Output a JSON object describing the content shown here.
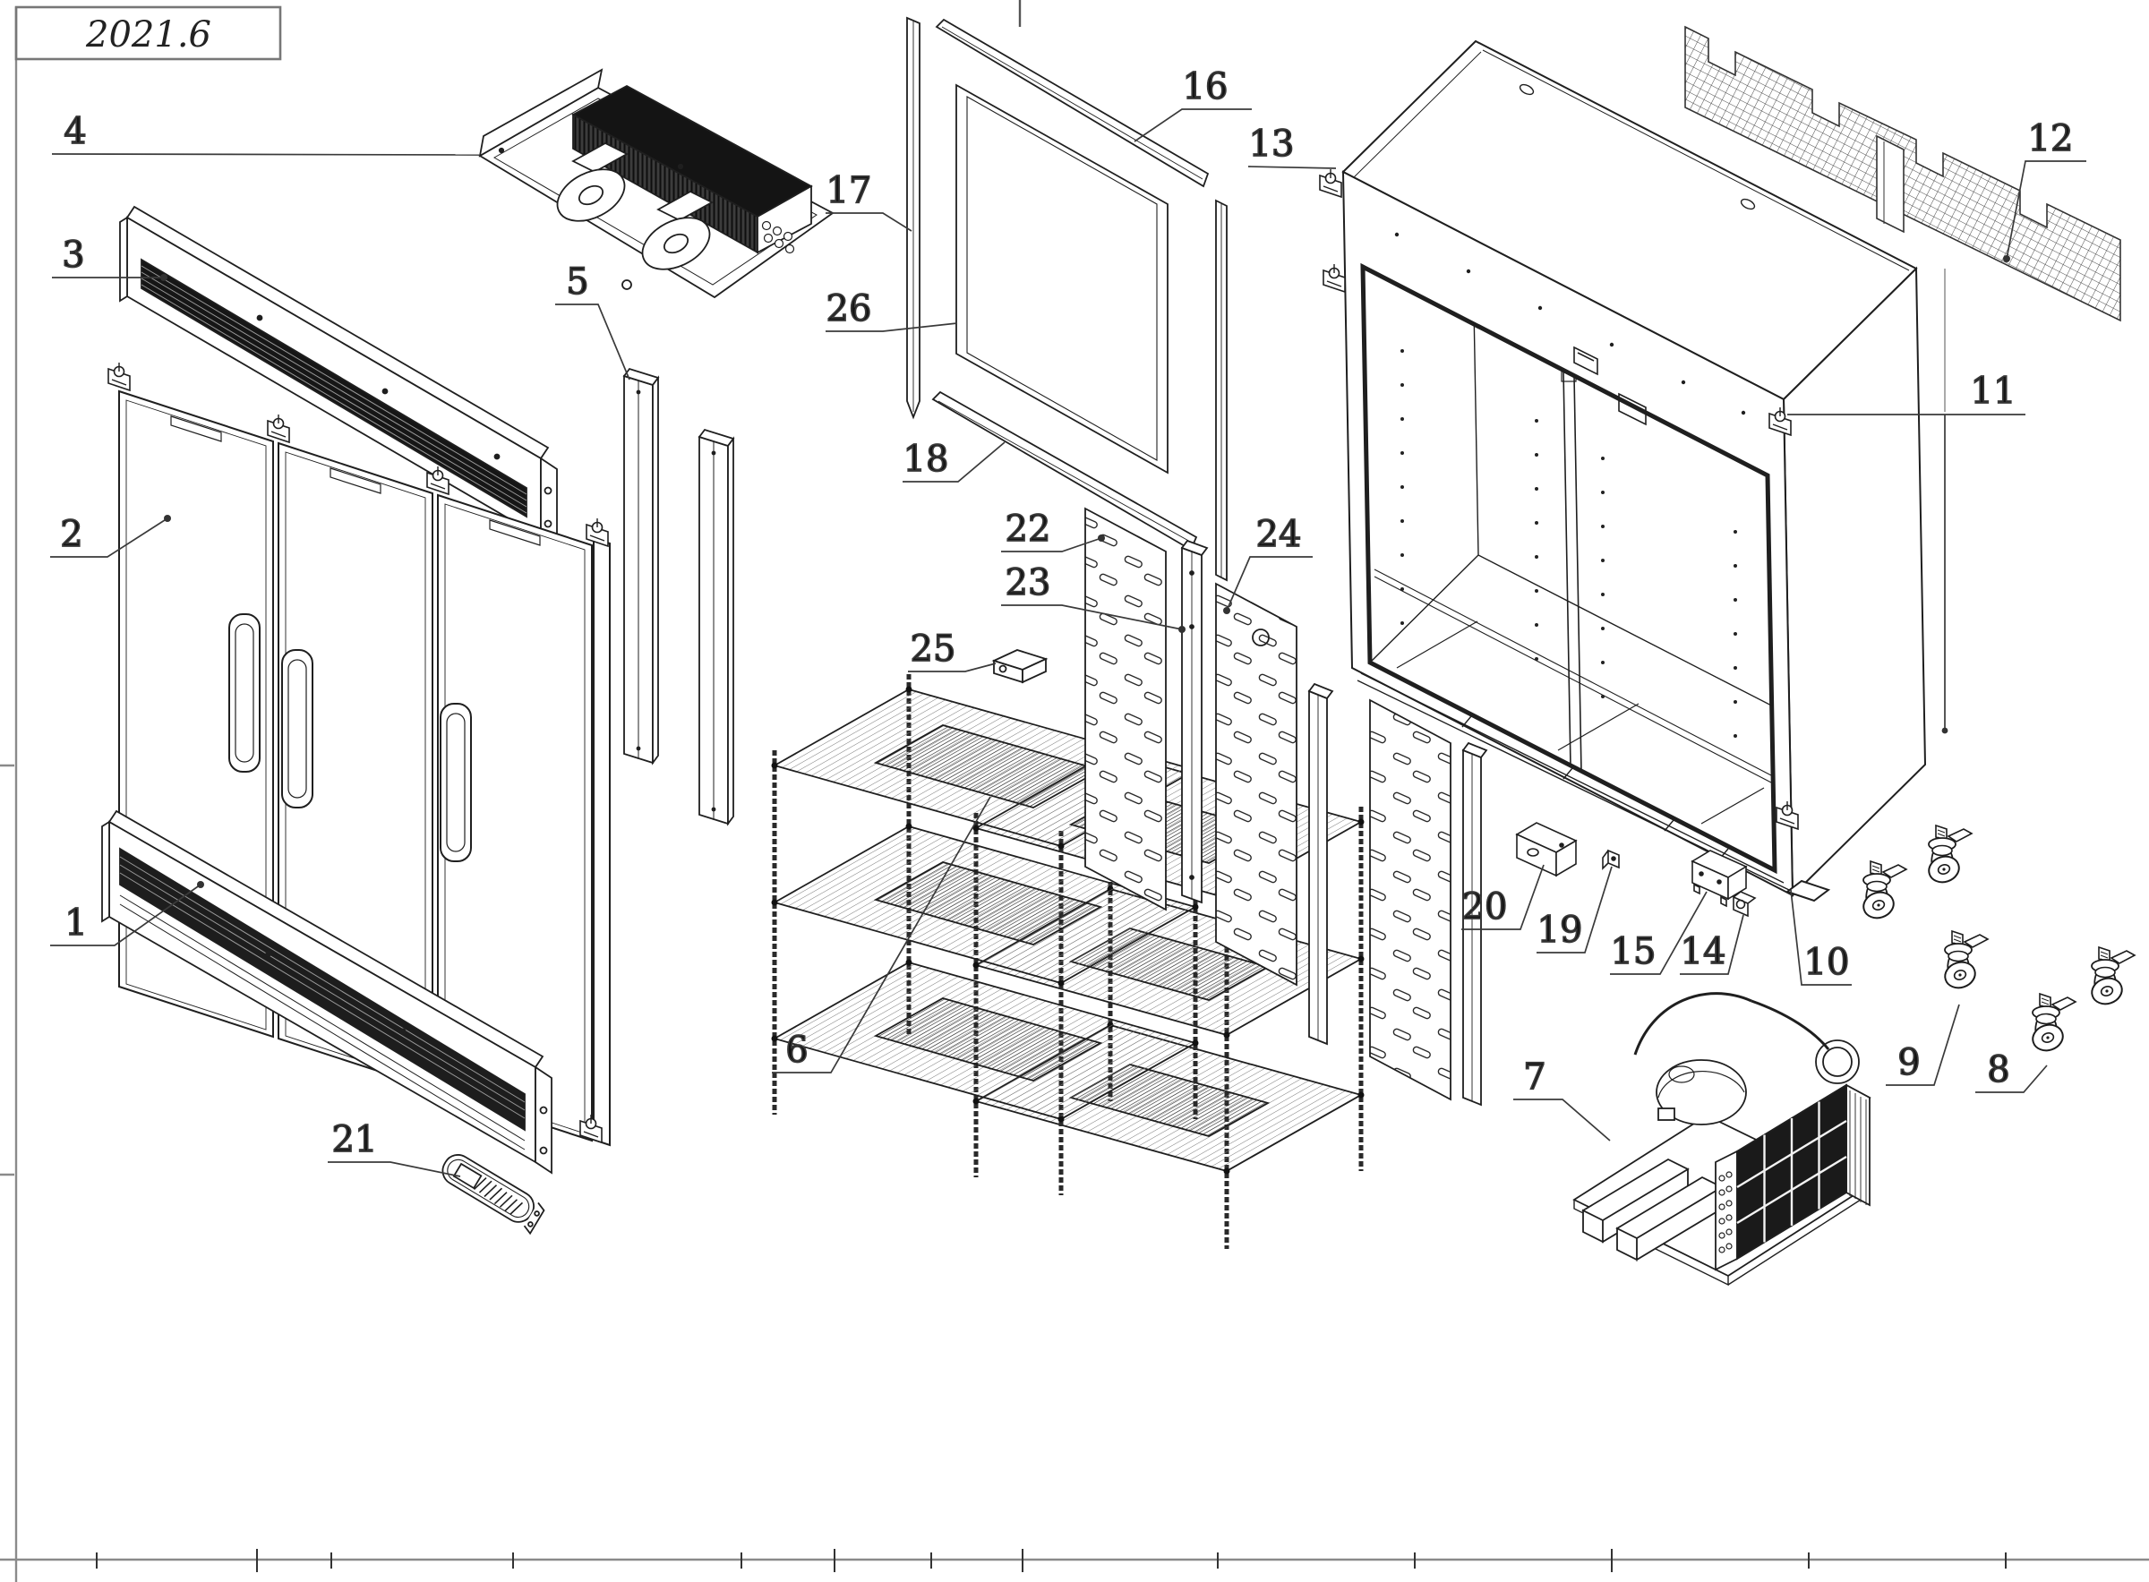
{
  "sheet": {
    "date": "2021.6"
  },
  "callouts": [
    {
      "label": "1"
    },
    {
      "label": "2"
    },
    {
      "label": "3"
    },
    {
      "label": "4"
    },
    {
      "label": "5"
    },
    {
      "label": "6"
    },
    {
      "label": "7"
    },
    {
      "label": "8"
    },
    {
      "label": "9"
    },
    {
      "label": "10"
    },
    {
      "label": "11"
    },
    {
      "label": "12"
    },
    {
      "label": "13"
    },
    {
      "label": "14"
    },
    {
      "label": "15"
    },
    {
      "label": "16"
    },
    {
      "label": "17"
    },
    {
      "label": "18"
    },
    {
      "label": "19"
    },
    {
      "label": "20"
    },
    {
      "label": "21"
    },
    {
      "label": "22"
    },
    {
      "label": "23"
    },
    {
      "label": "24"
    },
    {
      "label": "25"
    },
    {
      "label": "26"
    }
  ]
}
